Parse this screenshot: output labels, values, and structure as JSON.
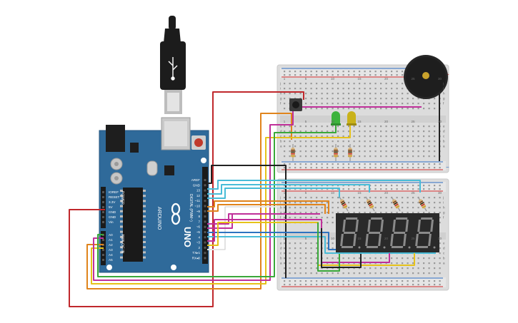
{
  "board": {
    "brand": "UNO",
    "model": "ARDUINO",
    "digital_header_label": "DIGITAL (PWM~)",
    "power_label": "POWER",
    "analog_label": "ANALOG IN",
    "digital_pins": [
      "AREF",
      "GND",
      "13",
      "12",
      "~11",
      "~10",
      "~9",
      "8",
      "7",
      "~6",
      "~5",
      "4",
      "~3",
      "2",
      "TX▸1",
      "RX◂0"
    ],
    "power_pins": [
      "IOREF",
      "RESET",
      "3.3V",
      "5V",
      "GND",
      "GND",
      "Vin"
    ],
    "analog_pins": [
      "A0",
      "A1",
      "A2",
      "A3",
      "A4",
      "A5"
    ]
  },
  "breadboard": {
    "row_letters_top": [
      "j",
      "i",
      "h",
      "g",
      "f",
      "e",
      "d",
      "c",
      "b",
      "a"
    ],
    "col_numbers": [
      "1",
      "5",
      "10",
      "15",
      "20",
      "25",
      "30"
    ],
    "rail_plus": "+",
    "rail_minus": "−"
  },
  "display": {
    "digits": [
      "8",
      "8",
      "8",
      "8"
    ]
  },
  "colors": {
    "board_blue": "#2f6a9a",
    "breadboard": "#dcdcdc",
    "wire_red": "#c0282c",
    "wire_orange": "#e0841c",
    "wire_yellow": "#e6c21a",
    "wire_green": "#3aa83a",
    "wire_magenta": "#c0309a",
    "wire_cyan": "#48bcd8",
    "wire_blue": "#2e73c0",
    "wire_black": "#222222",
    "wire_white": "#f4f4f4",
    "led_green": "#3cb33c",
    "led_yellow": "#c9b21a",
    "segment_display": "#2a2a2a"
  }
}
